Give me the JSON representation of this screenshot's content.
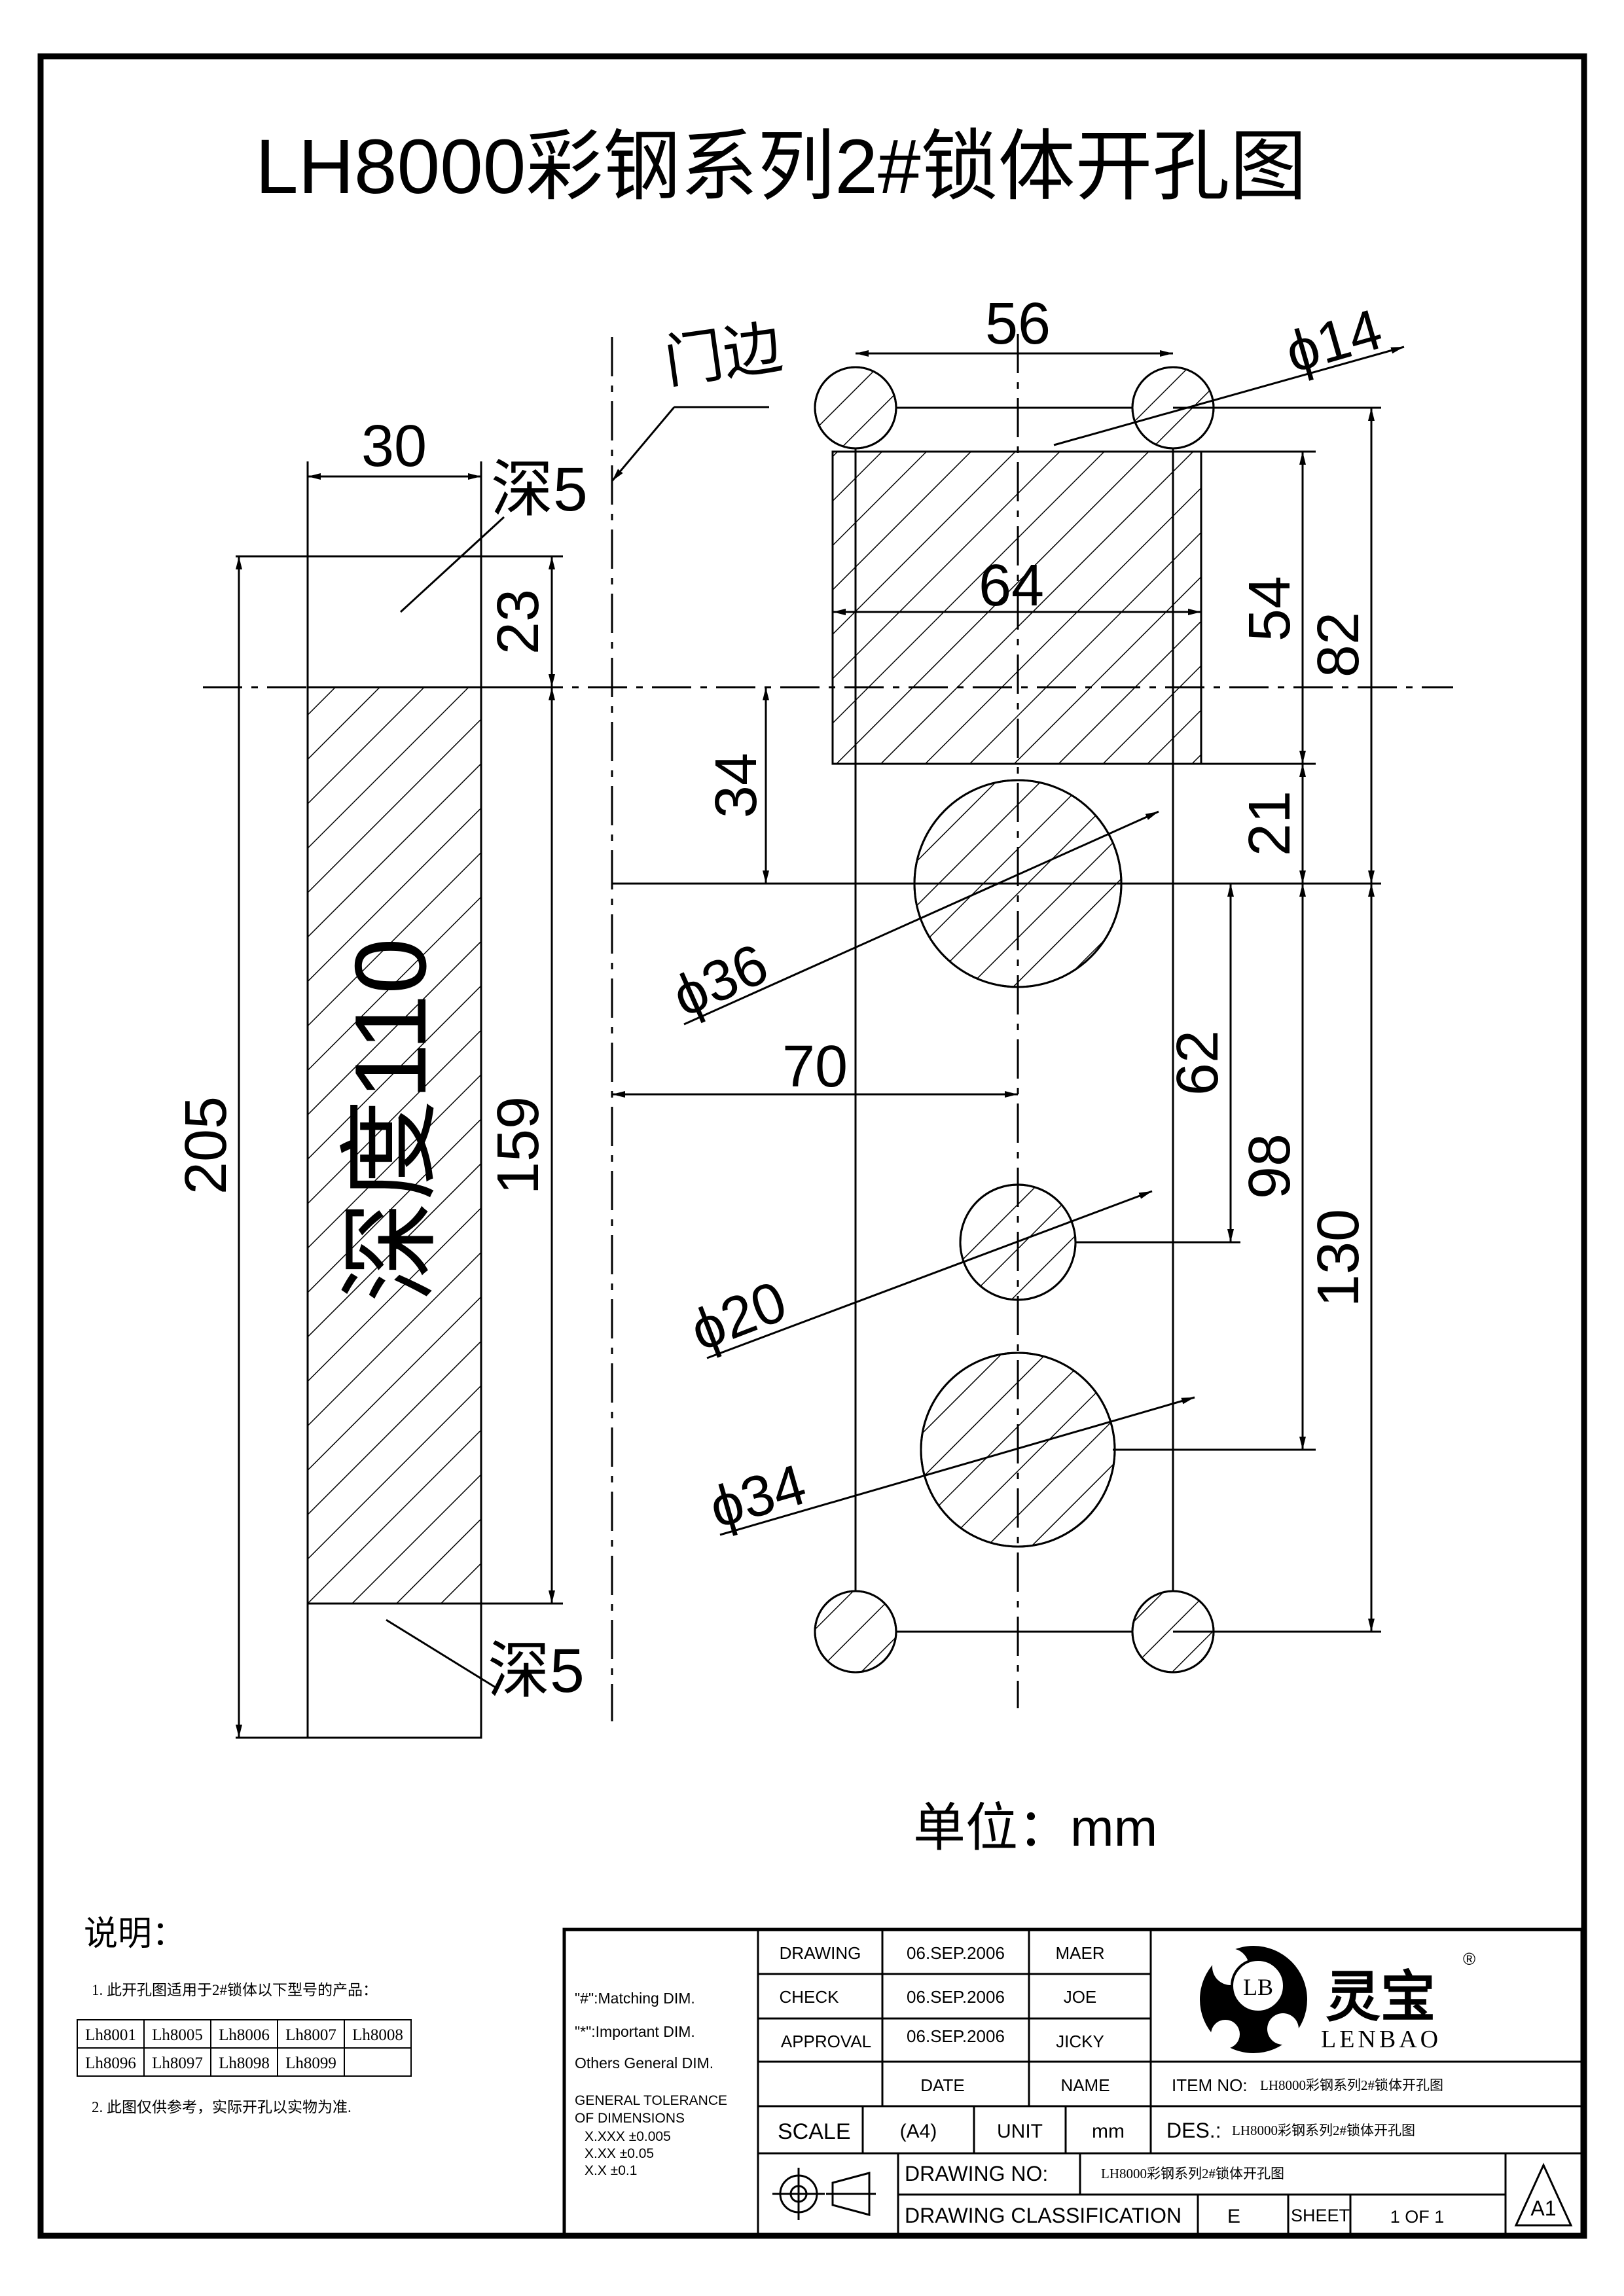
{
  "title": "LH8000彩钢系列2#锁体开孔图",
  "drawing": {
    "door_edge_label": "门边",
    "depth_top_label": "深5",
    "depth_bottom_label": "深5",
    "depth_main_label": "深度110",
    "unit_label": "单位：mm",
    "dims": {
      "d56": "56",
      "d30": "30",
      "d64": "64",
      "d23": "23",
      "d34": "34",
      "d54": "54",
      "d82": "82",
      "d21": "21",
      "d205": "205",
      "d159": "159",
      "d70": "70",
      "d62": "62",
      "d98": "98",
      "d130": "130"
    },
    "diameters": {
      "phi14": "ϕ14",
      "phi36": "ϕ36",
      "phi20": "ϕ20",
      "phi34": "ϕ34"
    }
  },
  "notes": {
    "heading": "说明：",
    "note1": "1. 此开孔图适用于2#锁体以下型号的产品：",
    "models_row1": [
      "Lh8001",
      "Lh8005",
      "Lh8006",
      "Lh8007",
      "Lh8008"
    ],
    "models_row2": [
      "Lh8096",
      "Lh8097",
      "Lh8098",
      "Lh8099",
      ""
    ],
    "note2": "2. 此图仅供参考，实际开孔以实物为准."
  },
  "title_block": {
    "matching": "\"#\":Matching DIM.",
    "important": "\"*\":Important DIM.",
    "others": "Others General DIM.",
    "tolerance_title1": "GENERAL TOLERANCE",
    "tolerance_title2": "OF DIMENSIONS",
    "tol1": "X.XXX   ±0.005",
    "tol2": "X.XX     ±0.05",
    "tol3": "X.X       ±0.1",
    "drawing_label": "DRAWING",
    "check_label": "CHECK",
    "approval_label": "APPROVAL",
    "drawing_date": "06.SEP.2006",
    "check_date": "06.SEP.2006",
    "approval_date": "06.SEP.2006",
    "drawing_name": "MAER",
    "check_name": "JOE",
    "approval_name": "JICKY",
    "date_label": "DATE",
    "name_label": "NAME",
    "item_no_label": "ITEM NO:",
    "item_no_value": "LH8000彩钢系列2#锁体开孔图",
    "scale_label": "SCALE",
    "scale_value": "(A4)",
    "unit_label": "UNIT",
    "unit_value": "mm",
    "des_label": "DES.:",
    "des_value": "LH8000彩钢系列2#锁体开孔图",
    "drawing_no_label": "DRAWING NO:",
    "drawing_no_value": "LH8000彩钢系列2#锁体开孔图",
    "classification_label": "DRAWING CLASSIFICATION",
    "classification_value": "E",
    "sheet_label": "SHEET",
    "sheet_value": "1 OF 1",
    "revision": "A1",
    "brand_cn": "灵宝",
    "brand_en": "LENBAO",
    "logo_letters": "LB",
    "registered": "®"
  }
}
